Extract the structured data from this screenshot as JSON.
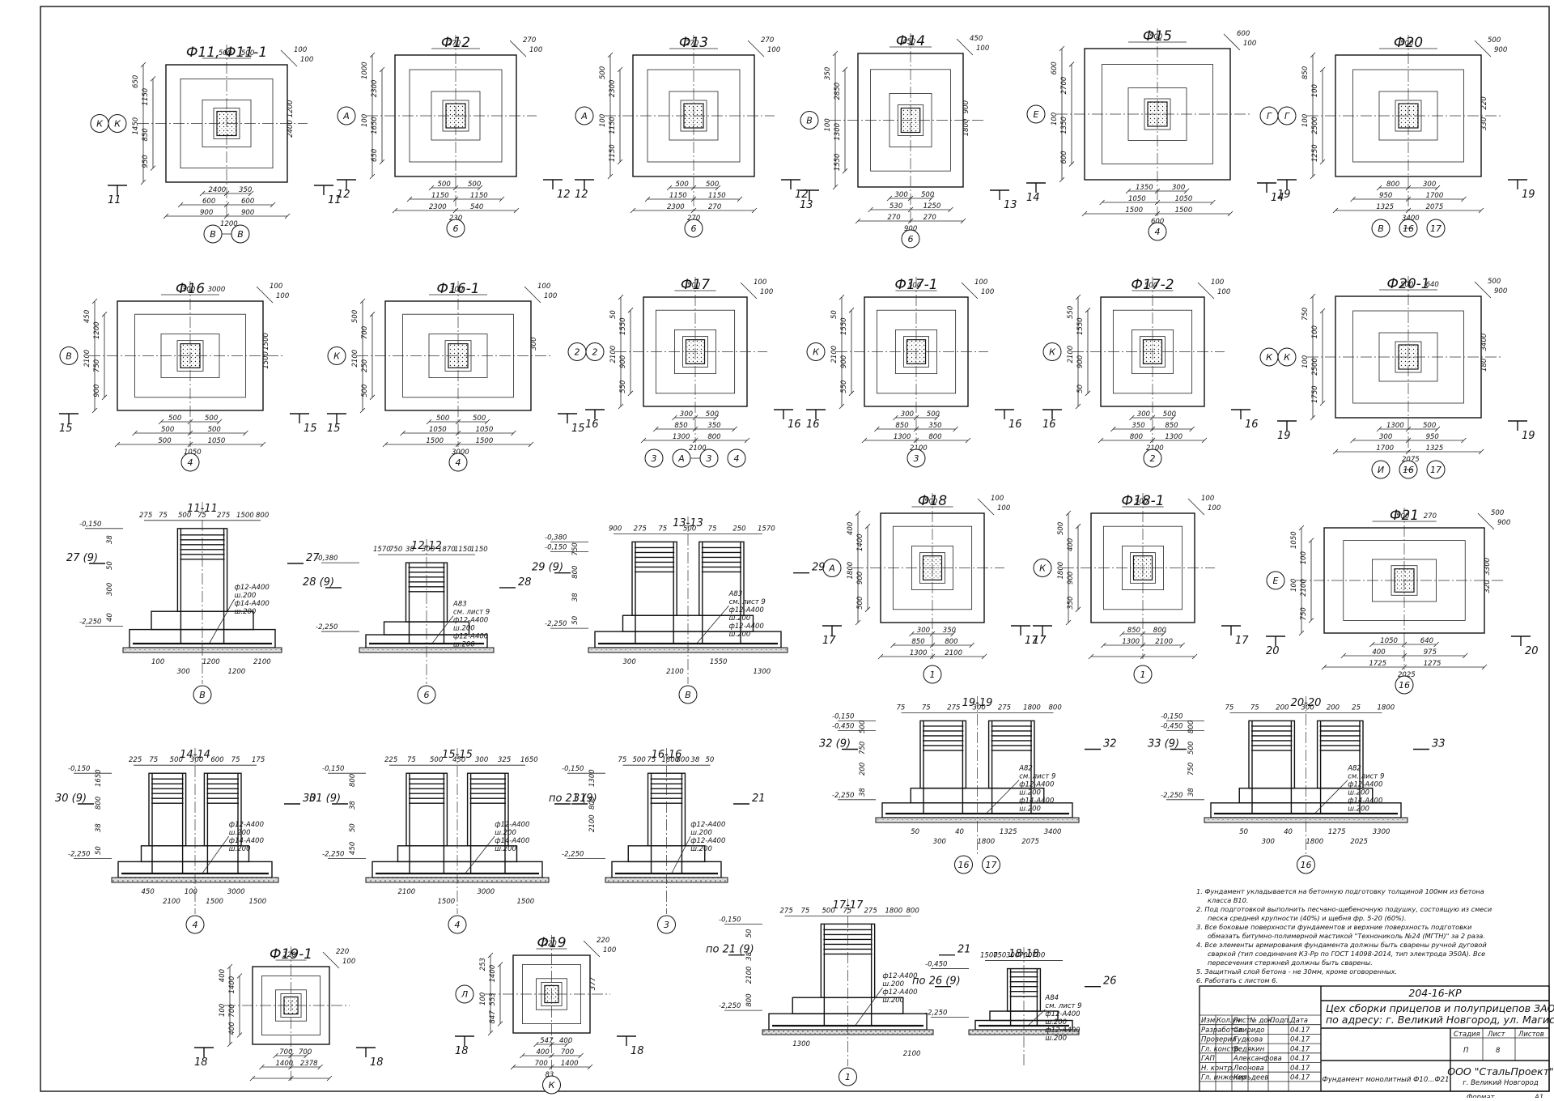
{
  "plans": [
    {
      "id": "p1",
      "title": "Ф11, Ф11-1",
      "axes": [
        "К",
        "В",
        "В"
      ],
      "cuts": [
        "11",
        "11"
      ],
      "dims": [
        "500",
        "100",
        "100",
        "1450",
        "1150",
        "850",
        "650",
        "950",
        "2400",
        "350",
        "600",
        "600",
        "900",
        "900",
        "1200",
        "1200",
        "2400",
        "500"
      ]
    },
    {
      "id": "p2",
      "title": "Ф12",
      "axes": [
        "А",
        "6"
      ],
      "cuts": [
        "12",
        "12"
      ],
      "dims": [
        "270",
        "270",
        "100",
        "100",
        "2300",
        "1650",
        "1000",
        "650",
        "500",
        "500",
        "1150",
        "1150",
        "2300",
        "540",
        "230"
      ]
    },
    {
      "id": "p3",
      "title": "Ф13",
      "axes": [
        "А",
        "6"
      ],
      "cuts": [
        "12",
        "12"
      ],
      "dims": [
        "270",
        "270",
        "100",
        "100",
        "2300",
        "1150",
        "500",
        "1150",
        "500",
        "500",
        "1150",
        "1150",
        "2300",
        "270",
        "270"
      ]
    },
    {
      "id": "p4",
      "title": "Ф14",
      "axes": [
        "В",
        "6"
      ],
      "cuts": [
        "13",
        "13"
      ],
      "dims": [
        "450",
        "450",
        "100",
        "100",
        "2850",
        "1300",
        "350",
        "1550",
        "300",
        "500",
        "530",
        "1250",
        "270",
        "270",
        "900",
        "900",
        "1800"
      ]
    },
    {
      "id": "p5",
      "title": "Ф15",
      "axes": [
        "Е",
        "4"
      ],
      "cuts": [
        "14",
        "14"
      ],
      "dims": [
        "500",
        "600",
        "100",
        "100",
        "2700",
        "1350",
        "600",
        "600",
        "1350",
        "300",
        "1050",
        "1050",
        "1500",
        "1500",
        "600"
      ]
    },
    {
      "id": "p6",
      "title": "Ф20",
      "axes": [
        "Г",
        "В",
        "16",
        "17"
      ],
      "cuts": [
        "19",
        "19"
      ],
      "dims": [
        "500",
        "500",
        "900",
        "100",
        "100",
        "2500",
        "850",
        "1250",
        "800",
        "300",
        "950",
        "1700",
        "1325",
        "2075",
        "3400",
        "220",
        "330"
      ]
    },
    {
      "id": "p7",
      "title": "Ф16",
      "axes": [
        "В",
        "4"
      ],
      "cuts": [
        "15",
        "15"
      ],
      "dims": [
        "300",
        "100",
        "100",
        "2100",
        "1200",
        "750",
        "450",
        "900",
        "500",
        "500",
        "500",
        "500",
        "500",
        "1050",
        "1050",
        "1500",
        "1500",
        "3000",
        "300"
      ]
    },
    {
      "id": "p8",
      "title": "Ф16-1",
      "axes": [
        "К",
        "4"
      ],
      "cuts": [
        "15",
        "15"
      ],
      "dims": [
        "300",
        "100",
        "100",
        "2100",
        "700",
        "250",
        "500",
        "500",
        "500",
        "500",
        "1050",
        "1050",
        "1500",
        "1500",
        "3000",
        "300"
      ]
    },
    {
      "id": "p9",
      "title": "Ф17",
      "axes": [
        "2",
        "3",
        "А",
        "3",
        "4"
      ],
      "cuts": [
        "16",
        "16"
      ],
      "dims": [
        "500",
        "100",
        "100",
        "2100",
        "1550",
        "900",
        "50",
        "550",
        "300",
        "500",
        "850",
        "350",
        "1300",
        "800",
        "2100"
      ]
    },
    {
      "id": "p10",
      "title": "Ф17-1",
      "axes": [
        "К",
        "3"
      ],
      "cuts": [
        "16",
        "16"
      ],
      "dims": [
        "500",
        "100",
        "100",
        "2100",
        "1550",
        "900",
        "50",
        "550",
        "300",
        "500",
        "850",
        "350",
        "1300",
        "800",
        "2100"
      ]
    },
    {
      "id": "p11",
      "title": "Ф17-2",
      "axes": [
        "К",
        "2"
      ],
      "cuts": [
        "16",
        "16"
      ],
      "dims": [
        "500",
        "100",
        "100",
        "2100",
        "1550",
        "900",
        "550",
        "50",
        "300",
        "500",
        "350",
        "850",
        "800",
        "1300",
        "2100"
      ]
    },
    {
      "id": "p12",
      "title": "Ф20-1",
      "axes": [
        "К",
        "И",
        "16",
        "17"
      ],
      "cuts": [
        "19",
        "19"
      ],
      "dims": [
        "500",
        "500",
        "900",
        "100",
        "100",
        "2500",
        "750",
        "1750",
        "1300",
        "500",
        "300",
        "950",
        "1700",
        "1325",
        "2075",
        "3400",
        "180",
        "640"
      ]
    },
    {
      "id": "p13",
      "title": "Ф18",
      "axes": [
        "А",
        "1"
      ],
      "cuts": [
        "17",
        "17"
      ],
      "dims": [
        "500",
        "100",
        "100",
        "1800",
        "1400",
        "900",
        "400",
        "500",
        "300",
        "350",
        "850",
        "800",
        "1300",
        "2100"
      ]
    },
    {
      "id": "p14",
      "title": "Ф18-1",
      "axes": [
        "К",
        "1"
      ],
      "cuts": [
        "17",
        "17"
      ],
      "dims": [
        "500",
        "100",
        "100",
        "1800",
        "400",
        "900",
        "500",
        "350",
        "850",
        "800",
        "1300",
        "2100"
      ]
    },
    {
      "id": "p15",
      "title": "Ф21",
      "axes": [
        "Е",
        "16"
      ],
      "cuts": [
        "20",
        "20"
      ],
      "dims": [
        "500",
        "500",
        "900",
        "100",
        "100",
        "2100",
        "1050",
        "750",
        "1050",
        "640",
        "400",
        "975",
        "1725",
        "1275",
        "2025",
        "3300",
        "320",
        "270"
      ]
    },
    {
      "id": "p16",
      "title": "Ф19-1",
      "axes": [],
      "cuts": [
        "18",
        "18"
      ],
      "dims": [
        "220",
        "220",
        "100",
        "100",
        "1400",
        "700",
        "400",
        "400",
        "700",
        "700",
        "1400",
        "2378"
      ]
    },
    {
      "id": "p17",
      "title": "Ф19",
      "axes": [
        "Л",
        "К"
      ],
      "cuts": [
        "18",
        "18"
      ],
      "dims": [
        "220",
        "220",
        "100",
        "100",
        "1400",
        "553",
        "253",
        "847",
        "547",
        "400",
        "400",
        "700",
        "700",
        "1400",
        "83",
        "377"
      ]
    }
  ],
  "sections": [
    {
      "id": "s1",
      "title": "11-11",
      "cut": "27 (9)",
      "cut_r": "27",
      "axes": [
        "В"
      ],
      "levels": [
        "-0,150",
        "-2,250"
      ],
      "dims": [
        "275",
        "75",
        "500",
        "75",
        "275",
        "1500",
        "800",
        "38",
        "50",
        "300",
        "40",
        "100",
        "300",
        "1200",
        "1200",
        "2100"
      ],
      "rebar": [
        "ф12-А400",
        "ш.200",
        "ф14-А400",
        "ш.200"
      ]
    },
    {
      "id": "s2",
      "title": "12-12",
      "cut": "28 (9)",
      "cut_r": "28",
      "axes": [
        "6"
      ],
      "levels": [
        "-0,380",
        "-2,250"
      ],
      "dims": [
        "1570",
        "750",
        "38",
        "300",
        "1870",
        "1150",
        "1150"
      ],
      "rebar": [
        "А83",
        "см. лист 9",
        "ф12-А400",
        "ш.200",
        "ф12-А400",
        "ш.200"
      ]
    },
    {
      "id": "s3",
      "title": "13-13",
      "cut": "29 (9)",
      "cut_r": "29",
      "axes": [
        "В"
      ],
      "levels": [
        "-0,380",
        "-0,150",
        "-2,250"
      ],
      "dims": [
        "900",
        "275",
        "75",
        "500",
        "75",
        "250",
        "1570",
        "750",
        "800",
        "38",
        "50",
        "300",
        "2100",
        "1550",
        "1300"
      ],
      "rebar": [
        "А83",
        "см. лист 9",
        "ф12-А400",
        "ш.200",
        "ф12-А400",
        "ш.200"
      ]
    },
    {
      "id": "s4",
      "title": "14-14",
      "cut": "30 (9)",
      "cut_r": "30",
      "axes": [
        "4"
      ],
      "levels": [
        "-0,150",
        "-2,250"
      ],
      "dims": [
        "225",
        "75",
        "500",
        "300",
        "600",
        "75",
        "175",
        "1650",
        "800",
        "38",
        "50",
        "450",
        "2100",
        "100",
        "1500",
        "3000",
        "1500"
      ],
      "rebar": [
        "ф12-А400",
        "ш.200",
        "ф14-А400",
        "ш.200"
      ]
    },
    {
      "id": "s5",
      "title": "15-15",
      "cut": "31 (9)",
      "cut_r": "31",
      "axes": [
        "4"
      ],
      "levels": [
        "-0,150",
        "-2,250"
      ],
      "dims": [
        "225",
        "75",
        "500",
        "450",
        "300",
        "325",
        "1650",
        "800",
        "38",
        "50",
        "450",
        "2100",
        "1500",
        "3000",
        "1500"
      ],
      "rebar": [
        "ф12-А400",
        "ш.200",
        "ф14-А400",
        "ш.200"
      ]
    },
    {
      "id": "s6",
      "title": "16-16",
      "cut": "по 21 (9)",
      "cut_r": "21",
      "axes": [
        "3"
      ],
      "levels": [
        "-0,150",
        "-2,250"
      ],
      "dims": [
        "75",
        "500",
        "75",
        "1800",
        "800",
        "38",
        "50",
        "1300",
        "800",
        "2100"
      ],
      "rebar": [
        "ф12-А400",
        "ш.200",
        "ф12-А400",
        "ш.200"
      ]
    },
    {
      "id": "s7",
      "title": "19-19",
      "cut": "32 (9)",
      "cut_r": "32",
      "axes": [
        "16",
        "17"
      ],
      "levels": [
        "-0,150",
        "-0,450",
        "-2,250"
      ],
      "dims": [
        "75",
        "75",
        "275",
        "300",
        "275",
        "1800",
        "800",
        "500",
        "750",
        "200",
        "38",
        "50",
        "300",
        "40",
        "1800",
        "1325",
        "2075",
        "3400"
      ],
      "rebar": [
        "А82",
        "см. лист 9",
        "ф12-А400",
        "ш.200",
        "ф14-А400",
        "ш.200"
      ]
    },
    {
      "id": "s8",
      "title": "20-20",
      "cut": "33 (9)",
      "cut_r": "33",
      "axes": [
        "16"
      ],
      "levels": [
        "-0,150",
        "-0,450",
        "-2,250"
      ],
      "dims": [
        "75",
        "75",
        "200",
        "300",
        "200",
        "25",
        "1800",
        "800",
        "500",
        "750",
        "38",
        "50",
        "300",
        "40",
        "1800",
        "1275",
        "2025",
        "3300"
      ],
      "rebar": [
        "А82",
        "см. лист 9",
        "ф12-А400",
        "ш.200",
        "ф14-А400",
        "ш.200"
      ]
    },
    {
      "id": "s9",
      "title": "17-17",
      "cut": "по 21 (9)",
      "cut_r": "21",
      "axes": [
        "1"
      ],
      "levels": [
        "-0,150",
        "-2,250"
      ],
      "dims": [
        "275",
        "75",
        "500",
        "75",
        "275",
        "1800",
        "800",
        "50",
        "38",
        "2100",
        "800",
        "1300",
        "2100"
      ],
      "rebar": [
        "ф12-А400",
        "ш.200",
        "ф12-А400",
        "ш.200"
      ]
    },
    {
      "id": "s10",
      "title": "18-18",
      "cut": "по 26 (9)",
      "cut_r": "26",
      "axes": [],
      "levels": [
        "-0,450",
        "-2,250"
      ],
      "dims": [
        "1500",
        "750",
        "300",
        "700",
        "700"
      ],
      "rebar": [
        "А84",
        "см. лист 9",
        "ф12-А400",
        "ш.200",
        "ф12-А400",
        "ш.200"
      ]
    }
  ],
  "notes": [
    "1.  Фундамент укладывается на бетонную подготовку толщиной 100мм из бетона класса В10.",
    "2.  Под подготовкой выполнить песчано-щебеночную подушку, состоящую из смеси песка средней крупности (40%) и щебня фр. 5-20 (60%).",
    "3.  Все боковые поверхности фундаментов и верхние поверхность подготовки обмазать битумно-полимерной мастикой \"Технониколь №24 (МГТН)\" за 2 раза.",
    "4.  Все элементы армирования фундамента должны быть сварены ручной дуговой сваркой (тип соединения К3-Рр по ГОСТ 14098-2014, тип электрода Э50А). Все пересечения стержней должны быть сварены.",
    "5.  Защитный слой бетона - не 30мм, кроме оговоренных.",
    "6.  Работать с листом 6."
  ],
  "titleblock": {
    "code": "204-16-КР",
    "project_line1": "Цех сборки прицепов и полуприцепов ЗАО «НОВТРАК»",
    "project_line2": "по адресу: г. Великий Новгород, ул. Магистральная д.15",
    "col_izm": "Изм.",
    "col_kol": "Кол.уч",
    "col_list": "Лист",
    "col_doc": "№ док.",
    "col_podp": "Подп.",
    "col_date": "Дата",
    "roles": [
      {
        "role": "Разработал",
        "name": "Свиридо",
        "date": "04.17"
      },
      {
        "role": "Проверил",
        "name": "Гудкова",
        "date": "04.17"
      },
      {
        "role": "Гл. констр.",
        "name": "Ведякин",
        "date": "04.17"
      },
      {
        "role": "ГАП",
        "name": "Алексанфова",
        "date": "04.17"
      },
      {
        "role": "Н. контр.",
        "name": "Леонова",
        "date": "04.17"
      },
      {
        "role": "Гл. инженер",
        "name": "Кильдеев",
        "date": "04.17"
      }
    ],
    "sheet_name": "Фундамент монолитный Ф10...Ф21",
    "stage_label": "Стадия",
    "sheet_label": "Лист",
    "sheets_label": "Листов",
    "stage": "П",
    "sheet": "8",
    "org_line1": "ООО \"СтальПроект\"",
    "org_line2": "г. Великий Новгород",
    "format_label": "Формат",
    "format": "А1"
  }
}
